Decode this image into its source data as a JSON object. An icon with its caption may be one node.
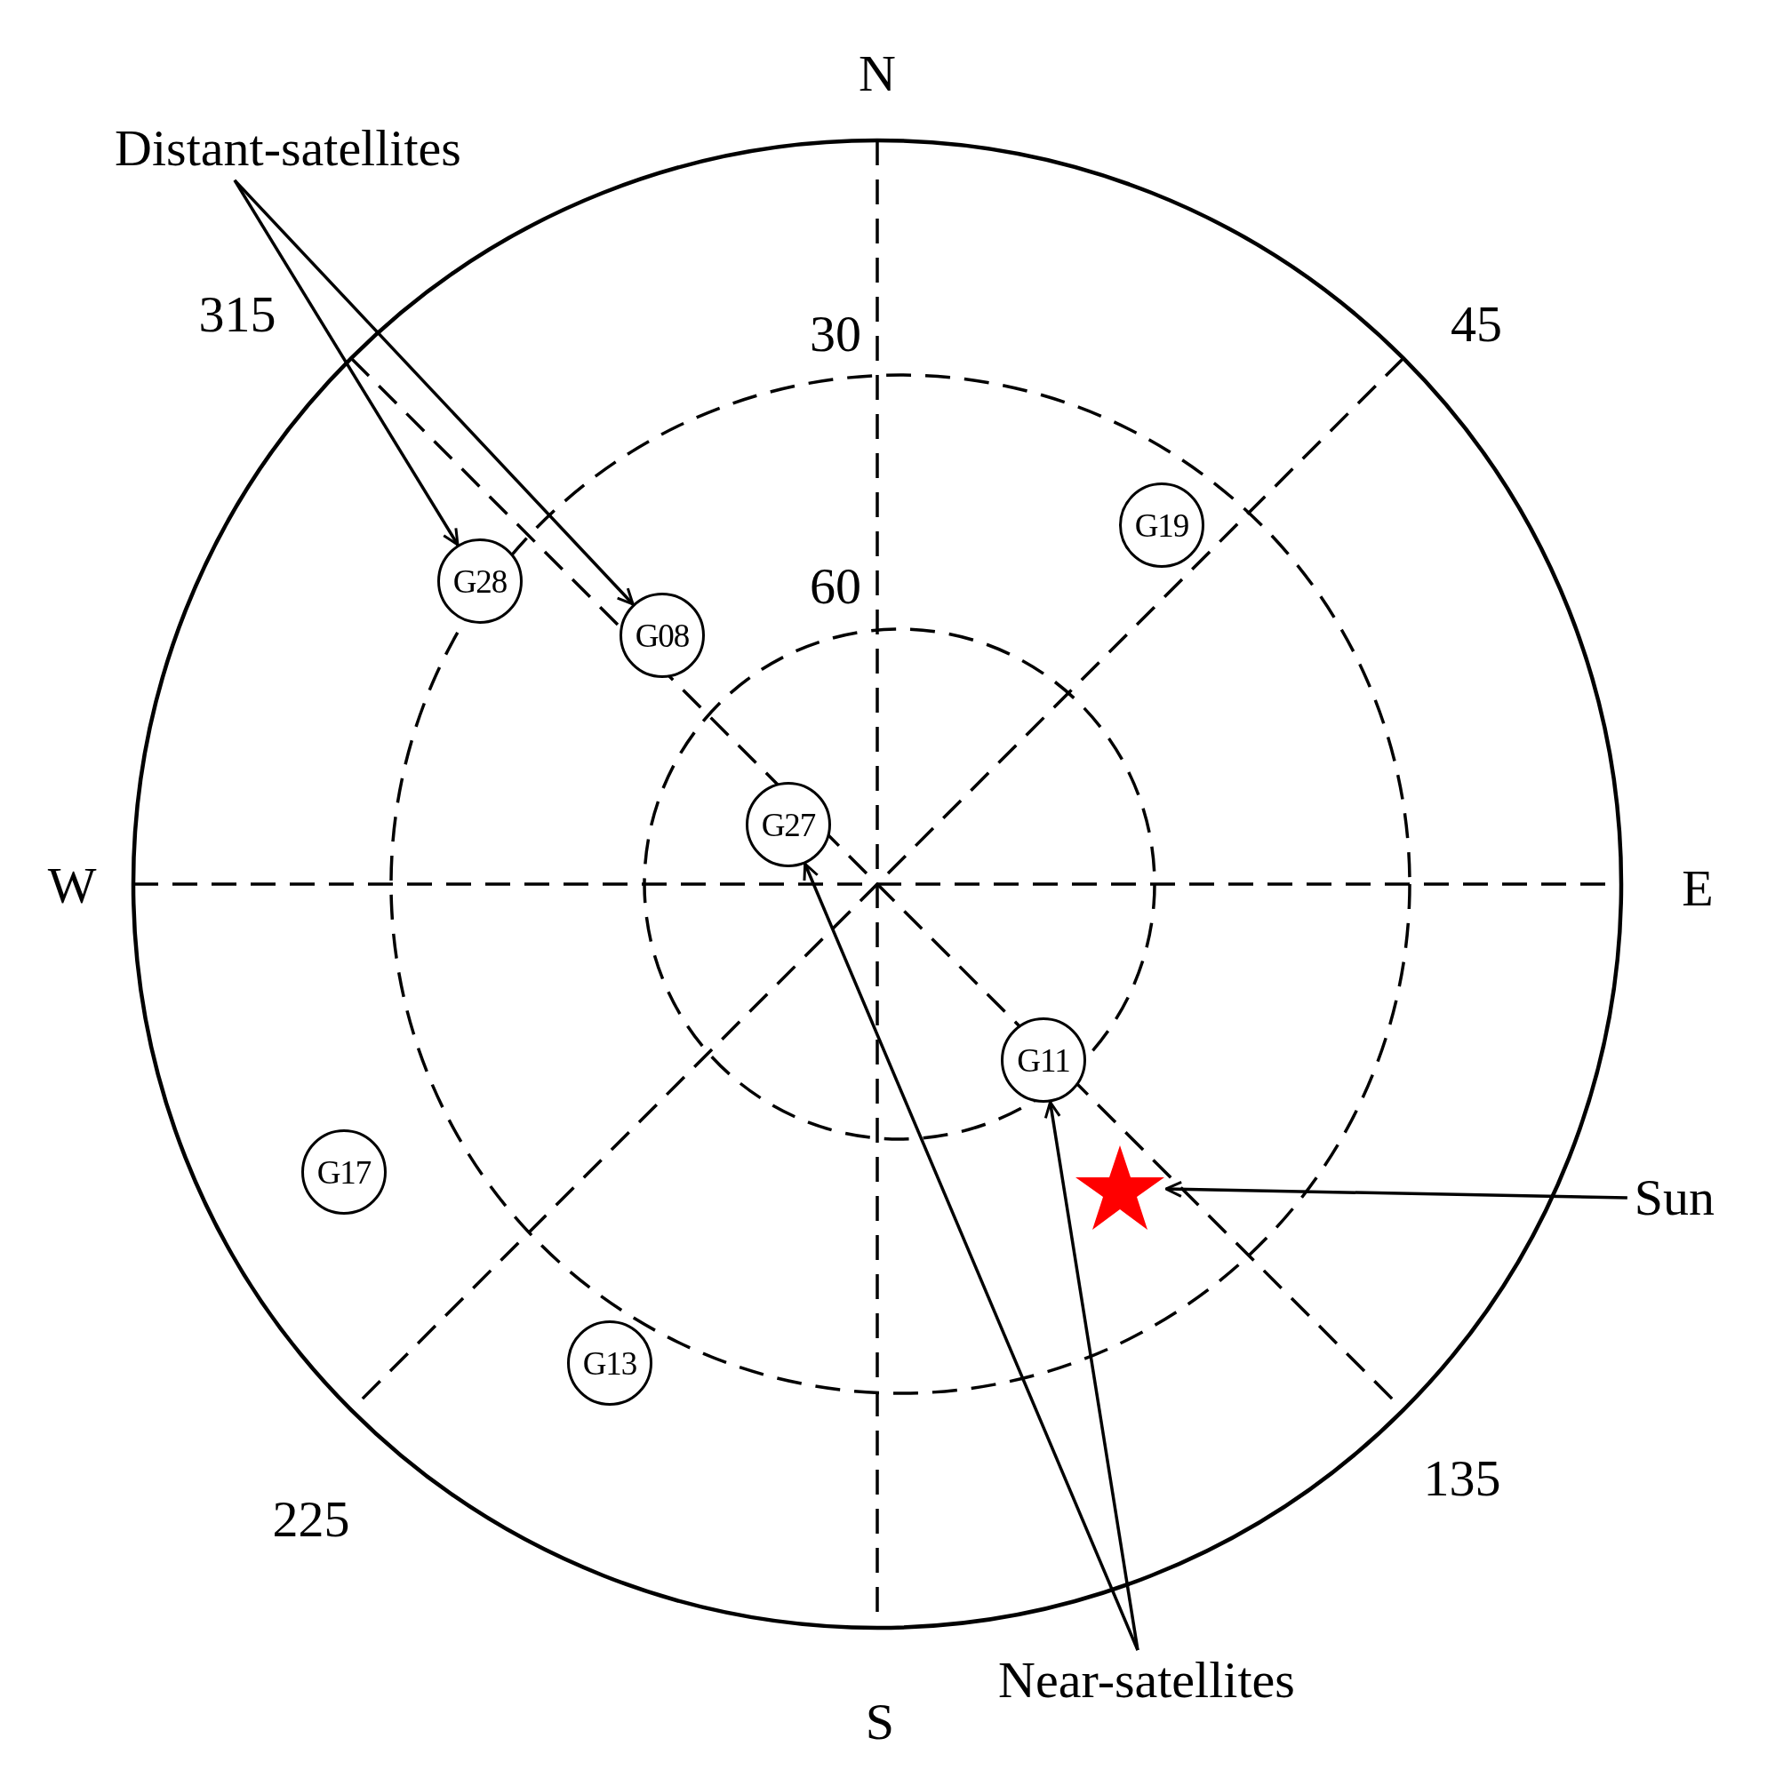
{
  "diagram": {
    "nodes": [
      {
        "text": [
          "Distant-satellites"
        ]
      },
      {
        "text": [
          "G28"
        ]
      },
      {
        "text": [
          "G08"
        ]
      },
      {
        "text": [
          "G19"
        ]
      },
      {
        "text": [
          "G27"
        ]
      },
      {
        "text": [
          "G11"
        ]
      },
      {
        "text": [
          "G17"
        ]
      },
      {
        "text": [
          "G13"
        ]
      },
      {
        "text": [
          "Near-satellites"
        ]
      },
      {
        "text": [
          "Sun"
        ]
      },
      {
        "text": [],
        "shape": "star"
      }
    ],
    "edges": [
      {
        "from": 0,
        "to": 1,
        "arrow": "to"
      },
      {
        "from": 0,
        "to": 2,
        "arrow": "to"
      },
      {
        "from": 8,
        "to": 4,
        "arrow": "to"
      },
      {
        "from": 8,
        "to": 5,
        "arrow": "to"
      },
      {
        "from": 9,
        "to": 10,
        "arrow": "to"
      }
    ],
    "labels": [
      "N",
      "30",
      "315",
      "45",
      "60",
      "W",
      "E",
      "135",
      "225",
      "S"
    ]
  }
}
